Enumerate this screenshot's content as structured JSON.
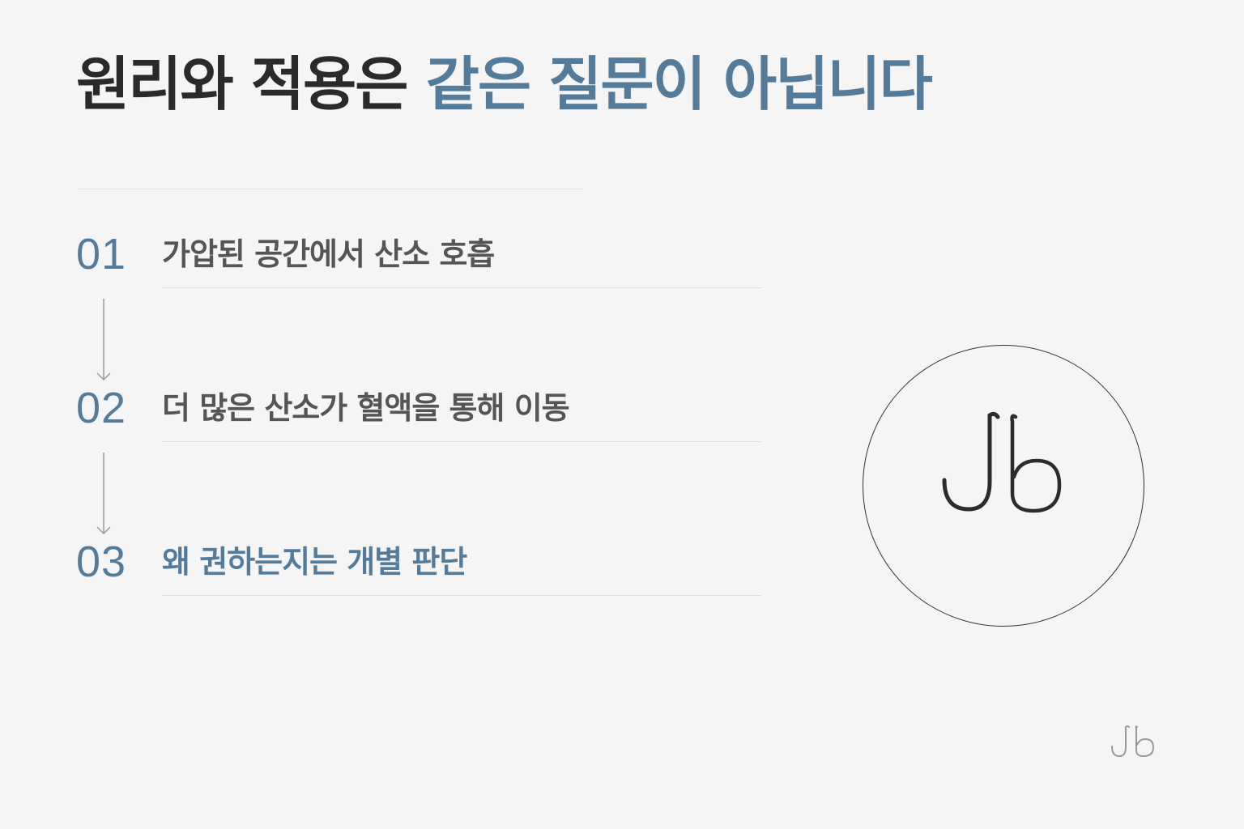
{
  "title": {
    "part1": "원리와 적용은 ",
    "part2": "같은 질문이 아닙니다"
  },
  "steps": [
    {
      "number": "01",
      "text": "가압된 공간에서 산소 호흡"
    },
    {
      "number": "02",
      "text": "더 많은 산소가 혈액을 통해 이동"
    },
    {
      "number": "03",
      "text": "왜 권하는지는 개별 판단"
    }
  ],
  "logo": {
    "mark": "Jb"
  },
  "colors": {
    "accent": "#557b9a",
    "title": "#2a2a2a",
    "body_text": "#555555",
    "background": "#f5f5f5"
  }
}
